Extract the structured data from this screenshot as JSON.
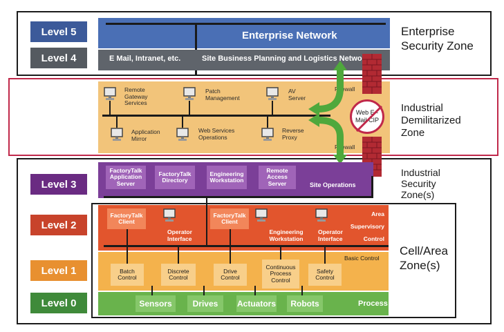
{
  "levels": [
    {
      "label": "Level 5",
      "color": "#3c5a9a"
    },
    {
      "label": "Level 4",
      "color": "#555a60"
    },
    {
      "label": "Level 3",
      "color": "#6a2b82"
    },
    {
      "label": "Level 2",
      "color": "#c8432b"
    },
    {
      "label": "Level 1",
      "color": "#e89030"
    },
    {
      "label": "Level 0",
      "color": "#3f8a3a"
    }
  ],
  "zones": {
    "enterprise": "Enterprise Security Zone",
    "dmz": "Industrial Demilitarized Zone",
    "industrial": "Industrial Security Zone(s)",
    "cell": "Cell/Area Zone(s)"
  },
  "enterprise": {
    "network": "Enterprise Network",
    "email": "E Mail, Intranet, etc.",
    "planning": "Site Business Planning and Logistics Network"
  },
  "dmz": {
    "firewall_top": "Firewall",
    "firewall_bottom": "Firewall",
    "blocked": "Web E -Mail CIP",
    "servers": [
      "Remote Gateway Services",
      "Patch Management",
      "AV Server",
      "Application Mirror",
      "Web Services Operations",
      "Reverse Proxy"
    ]
  },
  "level3": {
    "boxes": [
      "FactoryTalk Application Server",
      "FactoryTalk Directory",
      "Engineering Workstation",
      "Remote Access Server"
    ],
    "site_operations": "Site Operations"
  },
  "level2": {
    "ft_client_1": "FactoryTalk Client",
    "operator_interface_1": "Operator Interface",
    "ft_client_2": "FactoryTalk Client",
    "engineering_workstation": "Engineering Workstation",
    "operator_interface_2": "Operator Interface",
    "area_supervisory": "Area Supervisory Control"
  },
  "level1": {
    "basic_control": "Basic Control",
    "boxes": [
      "Batch Control",
      "Discrete Control",
      "Drive Control",
      "Continuous Process Control",
      "Safety Control"
    ]
  },
  "level0": {
    "boxes": [
      "Sensors",
      "Drives",
      "Actuators",
      "Robots"
    ],
    "process": "Process"
  },
  "colors": {
    "enterprise_blue": "#4a6fb5",
    "enterprise_gray": "#5f646b",
    "dmz_orange": "#f2c47a",
    "dmz_border": "#c0284a",
    "purple": "#7b3f98",
    "red": "#e2552d",
    "orange": "#f4b24c",
    "green": "#69b34c",
    "arrow_green": "#4fa83c"
  }
}
